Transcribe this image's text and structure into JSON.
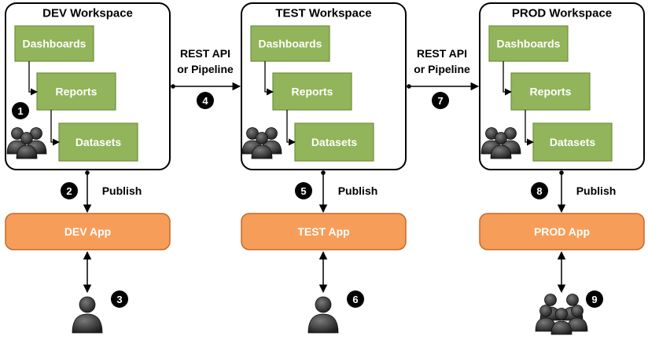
{
  "colors": {
    "node_fill": "#92b45a",
    "node_stroke": "#6d8f3b",
    "app_fill": "#f79d5a",
    "app_stroke": "#c46a2b",
    "marker": "#000000",
    "person": "#3a3a3a"
  },
  "workspaces": [
    {
      "title": "DEV Workspace",
      "dashboards": "Dashboards",
      "reports": "Reports",
      "datasets": "Datasets"
    },
    {
      "title": "TEST Workspace",
      "dashboards": "Dashboards",
      "reports": "Reports",
      "datasets": "Datasets"
    },
    {
      "title": "PROD Workspace",
      "dashboards": "Dashboards",
      "reports": "Reports",
      "datasets": "Datasets"
    }
  ],
  "apps": [
    "DEV App",
    "TEST App",
    "PROD App"
  ],
  "publish_label": "Publish",
  "deploy_label": {
    "line1": "REST API",
    "line2": "or Pipeline"
  },
  "steps": [
    "1",
    "2",
    "3",
    "4",
    "5",
    "6",
    "7",
    "8",
    "9"
  ],
  "icons": {
    "group": "user-group-icon",
    "single": "user-icon"
  }
}
